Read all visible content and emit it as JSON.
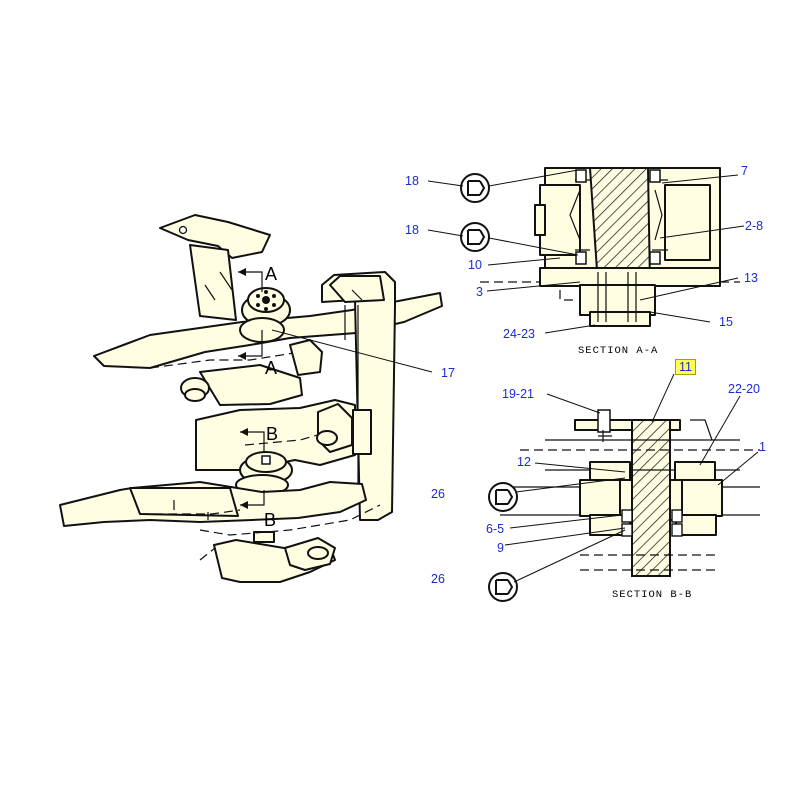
{
  "callouts": {
    "c18a": "18",
    "c18b": "18",
    "c10": "10",
    "c3": "3",
    "c2436": "24-23",
    "c7": "7",
    "c28": "2-8",
    "c13": "13",
    "c15": "15",
    "c17": "17",
    "c11": "11",
    "c1921": "19-21",
    "c2220": "22-20",
    "c1": "1",
    "c12": "12",
    "c26a": "26",
    "c65": "6-5",
    "c9": "9",
    "c26b": "26"
  },
  "section_titles": {
    "aa": "SECTION A-A",
    "bb": "SECTION B-B"
  },
  "cut_letters": {
    "a_top": "A",
    "a_bottom": "A",
    "b_top": "B",
    "b_bottom": "B"
  },
  "colors": {
    "callout_text": "#1a2ccf",
    "highlight": "#ffff4f",
    "part_fill": "#fffde2"
  }
}
